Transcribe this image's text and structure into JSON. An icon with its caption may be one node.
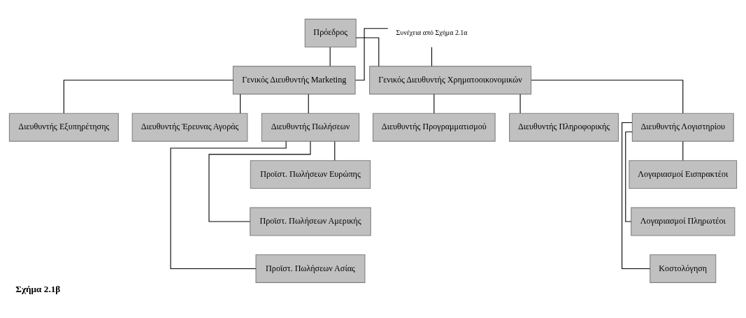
{
  "diagram": {
    "caption": "Σχήμα 2.1β",
    "nodes": [
      {
        "text": [
          "Πρόεδρος"
        ]
      },
      {
        "text": [
          "Συνέχεια από Σχήμα 2.1α"
        ]
      },
      {
        "text": [
          "Γενικός Διευθυντής Marketing"
        ]
      },
      {
        "text": [
          "Γενικός Διευθυντής Χρηματοοικονομικών"
        ]
      },
      {
        "text": [
          "Διευθυντής Εξυπηρέτησης"
        ]
      },
      {
        "text": [
          "Διευθυντής Έρευνας Αγοράς"
        ]
      },
      {
        "text": [
          "Διευθυντής Πωλήσεων"
        ]
      },
      {
        "text": [
          "Διευθυντής Προγραμματισμού"
        ]
      },
      {
        "text": [
          "Διευθυντής Πληροφορικής"
        ]
      },
      {
        "text": [
          "Διευθυντής Λογιστηρίου"
        ]
      },
      {
        "text": [
          "Προϊστ. Πωλήσεων Ευρώπης"
        ]
      },
      {
        "text": [
          "Προϊστ. Πωλήσεων Αμερικής"
        ]
      },
      {
        "text": [
          "Προϊστ. Πωλήσεων Ασίας"
        ]
      },
      {
        "text": [
          "Λογαριασμοί Εισπρακτέοι"
        ]
      },
      {
        "text": [
          "Λογαριασμοί Πληρωτέοι"
        ]
      },
      {
        "text": [
          "Κοστολόγηση"
        ]
      }
    ],
    "edges": [
      {
        "from": 0,
        "to": 2,
        "arrow": "none"
      },
      {
        "from": 0,
        "to": 3,
        "arrow": "none"
      },
      {
        "from": 1,
        "to": 2,
        "arrow": "none"
      },
      {
        "from": 1,
        "to": 3,
        "arrow": "none"
      },
      {
        "from": 2,
        "to": 4,
        "arrow": "none"
      },
      {
        "from": 2,
        "to": 5,
        "arrow": "none"
      },
      {
        "from": 2,
        "to": 6,
        "arrow": "none"
      },
      {
        "from": 3,
        "to": 7,
        "arrow": "none"
      },
      {
        "from": 3,
        "to": 8,
        "arrow": "none"
      },
      {
        "from": 3,
        "to": 9,
        "arrow": "none"
      },
      {
        "from": 6,
        "to": 10,
        "arrow": "none"
      },
      {
        "from": 6,
        "to": 11,
        "arrow": "none"
      },
      {
        "from": 6,
        "to": 12,
        "arrow": "none"
      },
      {
        "from": 9,
        "to": 13,
        "arrow": "none"
      },
      {
        "from": 9,
        "to": 14,
        "arrow": "none"
      },
      {
        "from": 9,
        "to": 15,
        "arrow": "none"
      }
    ]
  }
}
